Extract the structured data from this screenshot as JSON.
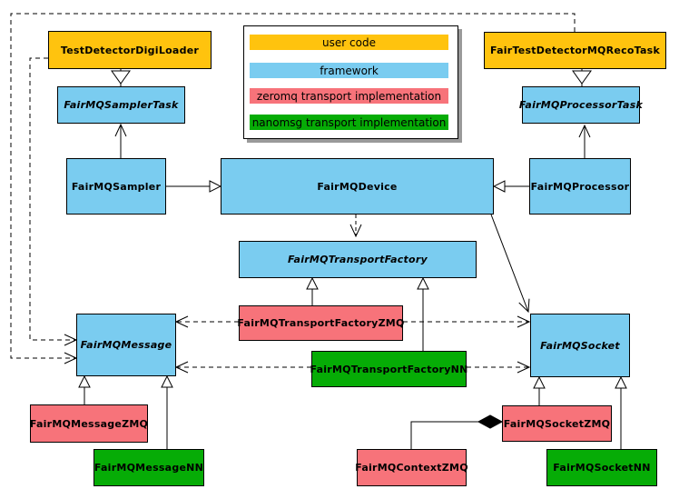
{
  "legend": {
    "items": [
      {
        "label": "user code",
        "color": "#FFC30E"
      },
      {
        "label": "framework",
        "color": "#7ACCF0"
      },
      {
        "label": "zeromq transport implementation",
        "color": "#F7737A"
      },
      {
        "label": "nanomsg transport implementation",
        "color": "#06AC06"
      }
    ]
  },
  "colors": {
    "user_code": "#FFC30E",
    "framework": "#7ACCF0",
    "zeromq": "#F7737A",
    "nanomsg": "#06AC06",
    "line": "#000000",
    "background": "#FFFFFF",
    "legend_shadow": "#9A9A9A"
  },
  "nodes": {
    "digiLoader": {
      "label": "TestDetectorDigiLoader",
      "category": "user code",
      "color": "#FFC30E",
      "abstract": false
    },
    "samplerTask": {
      "label": "FairMQSamplerTask",
      "category": "framework",
      "color": "#7ACCF0",
      "abstract": true
    },
    "sampler": {
      "label": "FairMQSampler",
      "category": "framework",
      "color": "#7ACCF0",
      "abstract": false
    },
    "device": {
      "label": "FairMQDevice",
      "category": "framework",
      "color": "#7ACCF0",
      "abstract": false
    },
    "recoTask": {
      "label": "FairTestDetectorMQRecoTask",
      "category": "user code",
      "color": "#FFC30E",
      "abstract": false
    },
    "processorTask": {
      "label": "FairMQProcessorTask",
      "category": "framework",
      "color": "#7ACCF0",
      "abstract": true
    },
    "processor": {
      "label": "FairMQProcessor",
      "category": "framework",
      "color": "#7ACCF0",
      "abstract": false
    },
    "factory": {
      "label": "FairMQTransportFactory",
      "category": "framework",
      "color": "#7ACCF0",
      "abstract": true
    },
    "factoryZMQ": {
      "label": "FairMQTransportFactoryZMQ",
      "category": "zeromq",
      "color": "#F7737A",
      "abstract": false
    },
    "factoryNN": {
      "label": "FairMQTransportFactoryNN",
      "category": "nanomsg",
      "color": "#06AC06",
      "abstract": false
    },
    "message": {
      "label": "FairMQMessage",
      "category": "framework",
      "color": "#7ACCF0",
      "abstract": true
    },
    "messageZMQ": {
      "label": "FairMQMessageZMQ",
      "category": "zeromq",
      "color": "#F7737A",
      "abstract": false
    },
    "messageNN": {
      "label": "FairMQMessageNN",
      "category": "nanomsg",
      "color": "#06AC06",
      "abstract": false
    },
    "socket": {
      "label": "FairMQSocket",
      "category": "framework",
      "color": "#7ACCF0",
      "abstract": true
    },
    "socketZMQ": {
      "label": "FairMQSocketZMQ",
      "category": "zeromq",
      "color": "#F7737A",
      "abstract": false
    },
    "socketNN": {
      "label": "FairMQSocketNN",
      "category": "nanomsg",
      "color": "#06AC06",
      "abstract": false
    },
    "contextZMQ": {
      "label": "FairMQContextZMQ",
      "category": "zeromq",
      "color": "#F7737A",
      "abstract": false
    }
  },
  "edges": [
    {
      "from": "TestDetectorDigiLoader",
      "to": "FairMQSamplerTask",
      "kind": "generalization"
    },
    {
      "from": "FairMQSampler",
      "to": "FairMQSamplerTask",
      "kind": "association"
    },
    {
      "from": "FairMQSampler",
      "to": "FairMQDevice",
      "kind": "generalization"
    },
    {
      "from": "FairTestDetectorMQRecoTask",
      "to": "FairMQProcessorTask",
      "kind": "generalization"
    },
    {
      "from": "FairMQProcessor",
      "to": "FairMQProcessorTask",
      "kind": "association"
    },
    {
      "from": "FairMQProcessor",
      "to": "FairMQDevice",
      "kind": "generalization"
    },
    {
      "from": "FairMQDevice",
      "to": "FairMQTransportFactory",
      "kind": "dependency-dashed"
    },
    {
      "from": "FairMQDevice",
      "to": "FairMQSocket",
      "kind": "association"
    },
    {
      "from": "FairMQTransportFactoryZMQ",
      "to": "FairMQTransportFactory",
      "kind": "generalization"
    },
    {
      "from": "FairMQTransportFactoryNN",
      "to": "FairMQTransportFactory",
      "kind": "generalization"
    },
    {
      "from": "FairMQTransportFactoryZMQ",
      "to": "FairMQMessage",
      "kind": "dependency-dashed"
    },
    {
      "from": "FairMQTransportFactoryZMQ",
      "to": "FairMQSocket",
      "kind": "dependency-dashed"
    },
    {
      "from": "FairMQTransportFactoryNN",
      "to": "FairMQMessage",
      "kind": "dependency-dashed"
    },
    {
      "from": "FairMQTransportFactoryNN",
      "to": "FairMQSocket",
      "kind": "dependency-dashed"
    },
    {
      "from": "FairTestDetectorMQRecoTask",
      "to": "FairMQMessage",
      "kind": "dependency-dashed"
    },
    {
      "from": "TestDetectorDigiLoader",
      "to": "FairMQMessage",
      "kind": "dependency-dashed"
    },
    {
      "from": "FairMQMessageZMQ",
      "to": "FairMQMessage",
      "kind": "generalization"
    },
    {
      "from": "FairMQMessageNN",
      "to": "FairMQMessage",
      "kind": "generalization"
    },
    {
      "from": "FairMQSocketZMQ",
      "to": "FairMQSocket",
      "kind": "generalization"
    },
    {
      "from": "FairMQSocketNN",
      "to": "FairMQSocket",
      "kind": "generalization"
    },
    {
      "from": "FairMQContextZMQ",
      "to": "FairMQSocketZMQ",
      "kind": "composition"
    }
  ]
}
